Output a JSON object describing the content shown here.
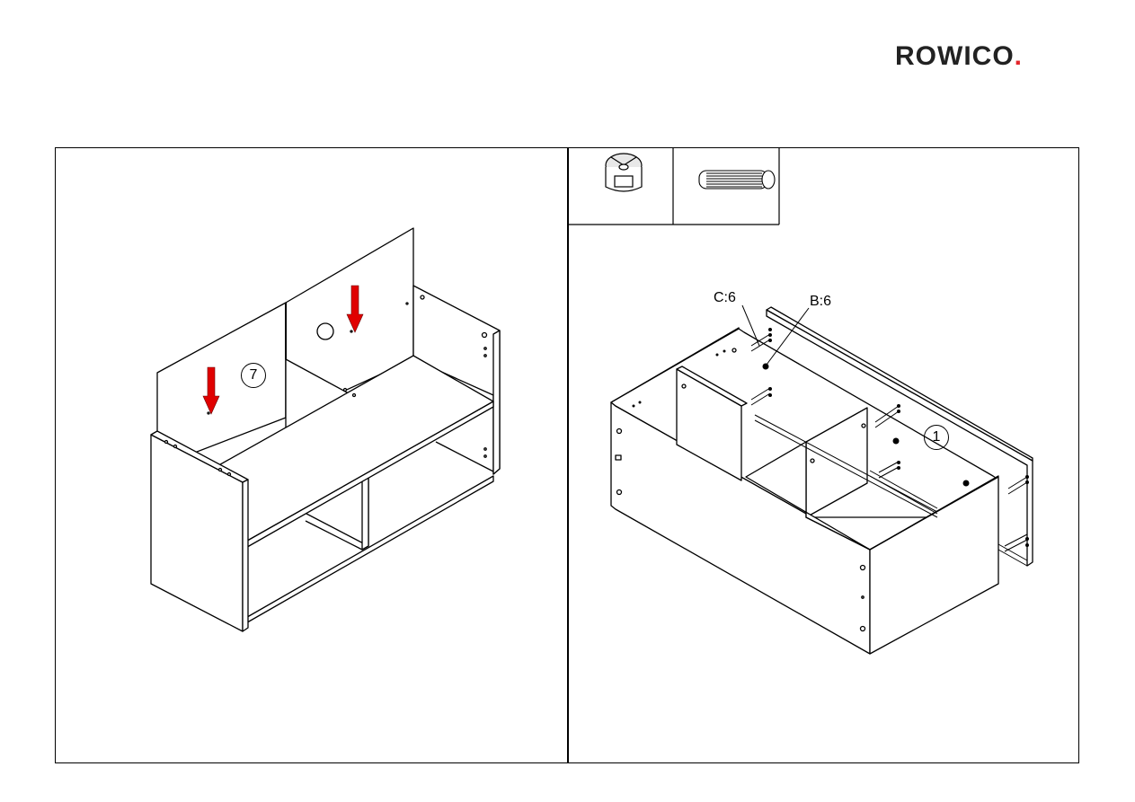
{
  "brand": {
    "name": "ROWICO",
    "dot": ".",
    "accent": "#e3262b"
  },
  "step_left": {
    "part_number": "7",
    "arrow_color": "#e00000"
  },
  "step_right": {
    "part_number": "1",
    "hardware": [
      {
        "code": "C",
        "count": 6,
        "label": "C:6",
        "icon": "cam-lock-icon"
      },
      {
        "code": "B",
        "count": 6,
        "label": "B:6",
        "icon": "wooden-dowel-icon"
      }
    ]
  }
}
